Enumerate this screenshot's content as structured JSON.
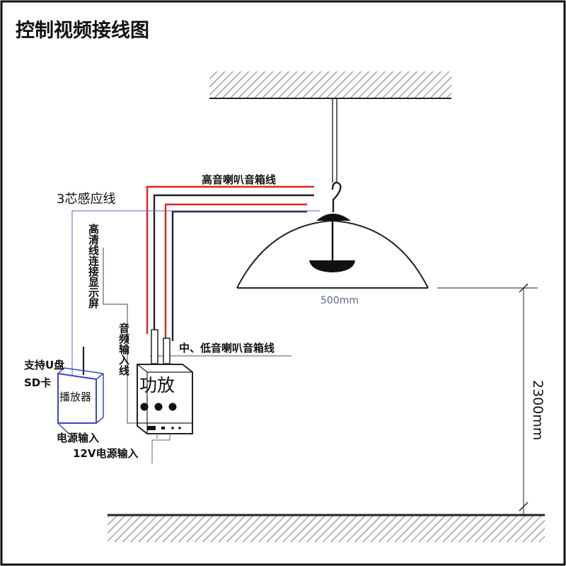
{
  "title": "控制视频接线图",
  "labels": {
    "treble_speaker": "高音喇叭音箱线",
    "sensor_wire": "3芯感应线",
    "mid_bass_speaker": "中、低音喇叭音箱线",
    "hd_display_line": "高清线连接显示屏",
    "audio_input_line": "音频输入线",
    "support_usb": "支持U盘",
    "sd_card": "SD卡",
    "player": "播放器",
    "amplifier": "功放",
    "player_power": "电源输入",
    "amp_power": "12V电源输入",
    "lamp_width": "500mm",
    "install_height": "2300mm"
  },
  "colors": {
    "red_wire": "#e0231f",
    "black_wire": "#222222",
    "blue_wire": "#5a63c8",
    "dimension_text": "#5a6b8c",
    "hatch": "#333333"
  }
}
